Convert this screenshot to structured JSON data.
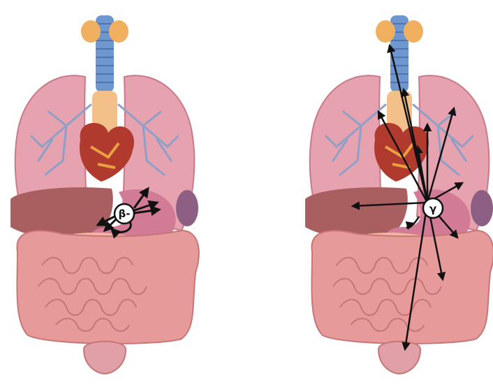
{
  "panels": [
    {
      "id": "beta",
      "symbol": "β-"
    },
    {
      "id": "gamma",
      "symbol": "γ"
    }
  ],
  "colors": {
    "lung": "#e6a2ae",
    "lung_edge": "#c97a8a",
    "bronchi": "#8da0c8",
    "trachea": "#6f97cf",
    "thyroid": "#f0b060",
    "liver": "#a95f5f",
    "stomach": "#d27b96",
    "intestine": "#e79a9a",
    "intestine_edge": "#c87575",
    "heart": "#b03a2e",
    "arrow": "#111111"
  }
}
